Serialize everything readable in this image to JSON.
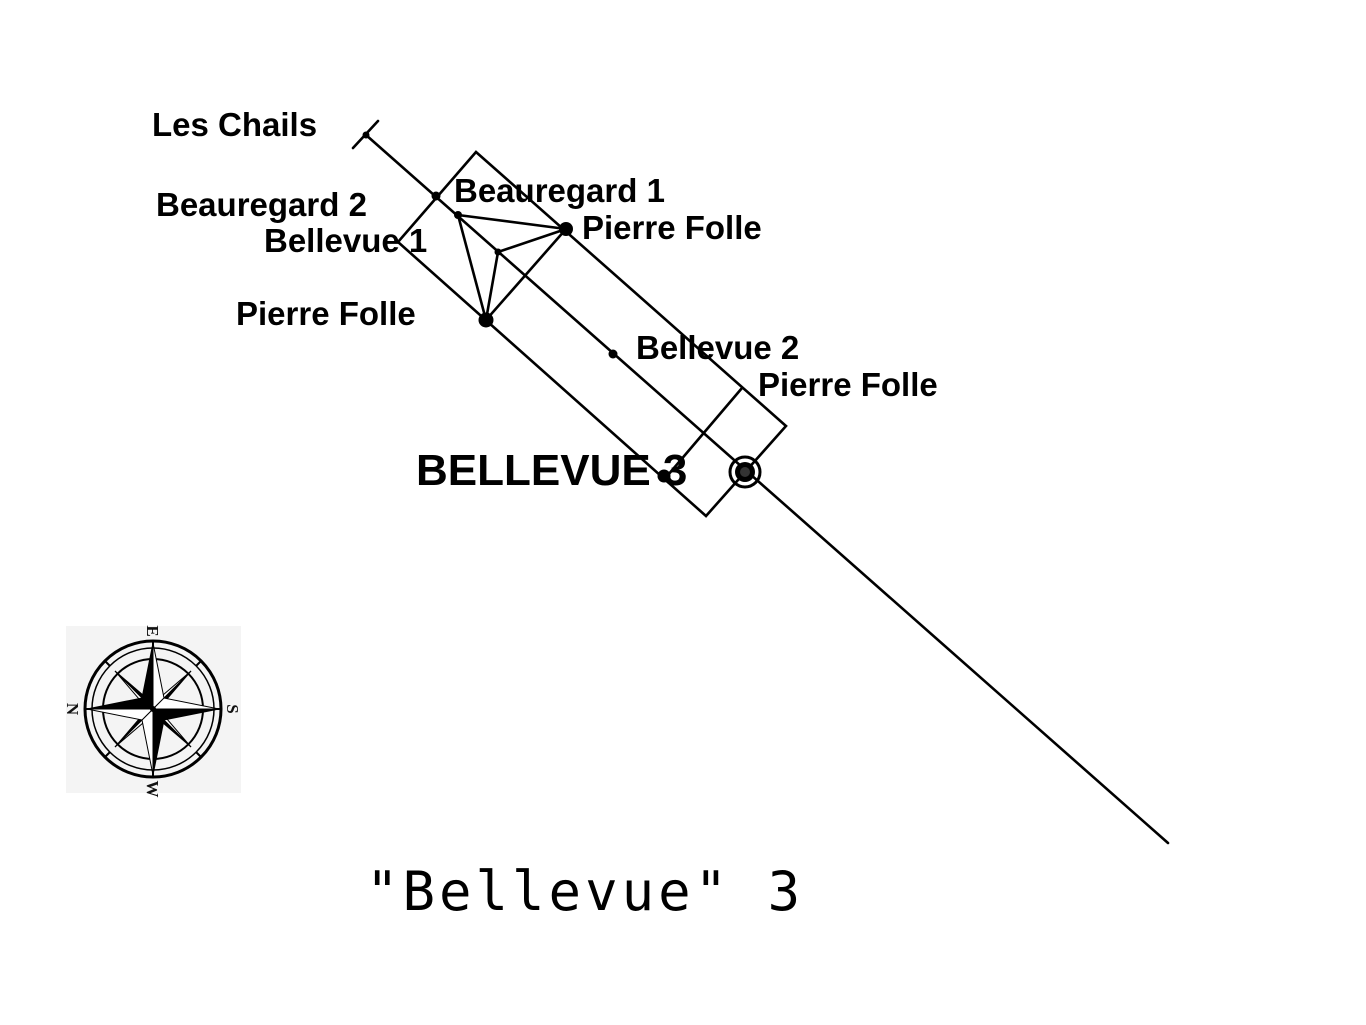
{
  "labels": {
    "les_chails": "Les Chails",
    "beauregard_1": "Beauregard 1",
    "beauregard_2": "Beauregard 2",
    "bellevue_1": "Bellevue 1",
    "pierre_folle_a": "Pierre Folle",
    "pierre_folle_b": "Pierre Folle",
    "bellevue_2": "Bellevue 2",
    "pierre_folle_c": "Pierre Folle",
    "bellevue_3": "BELLEVUE 3"
  },
  "caption": "\"Bellevue\" 3",
  "compass": {
    "icon": "compass-rose-icon",
    "north": "N",
    "south": "S",
    "east": "E",
    "west": "W"
  },
  "colors": {
    "ink": "#000000",
    "background": "#ffffff",
    "compass_background": "#f4f4f4"
  }
}
